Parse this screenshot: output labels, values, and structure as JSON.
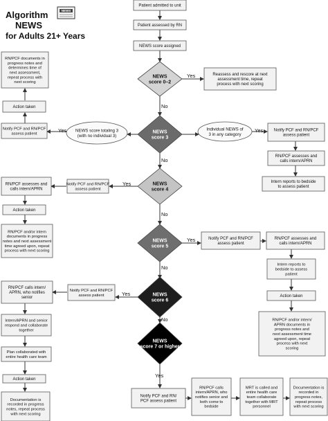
{
  "title": {
    "line1": "Algorithm",
    "line2": "NEWS",
    "line3": "for Adults 21+ Years"
  },
  "logo": {
    "text": "NEWS",
    "icon": "newspaper-icon"
  },
  "colors": {
    "diamond_1": "#d4d4d4",
    "diamond_2": "#6b6b6b",
    "diamond_3": "#c4c4c4",
    "diamond_4": "#6e6e6e",
    "diamond_5": "#1e1e1e",
    "diamond_6": "#000000",
    "box_fill": "#f2f2f2",
    "box_stroke": "#555555",
    "line": "#333333"
  },
  "nodes": {
    "admitted": "Patient admitted to unit",
    "assessed": "Patient assessed by RN",
    "score_assigned": "NEWS score assigned",
    "reassess": [
      "Reassess and rescore at next",
      "assessment time, repeat",
      "process with next scoring"
    ],
    "d1": [
      "NEWS",
      "score 0–2"
    ],
    "d2": [
      "NEWS",
      "score 3"
    ],
    "d3": [
      "NEWS",
      "score 4"
    ],
    "d4": [
      "NEWS",
      "score 5"
    ],
    "d5": [
      "NEWS",
      "score 6"
    ],
    "d6": [
      "NEWS",
      "score 7 or higher"
    ],
    "oval_left": [
      "NEWS score totaling 3",
      "(with no individual 3)"
    ],
    "oval_right": [
      "Individual NEWS of",
      "3 in any category"
    ],
    "s3_left_notify": [
      "Notify PCF and RN/PCF",
      "assess patient"
    ],
    "s3_left_action": "Action taken",
    "s3_left_doc": [
      "RN/PCF documents in",
      "progress notes and",
      "determines time of",
      "next assessment,",
      "repeat process with",
      "next scoring"
    ],
    "s3_right_notify": [
      "Notify PCF and RN/PCF",
      "assess patient"
    ],
    "s3_right_calls": [
      "RN/PCF assesses and",
      "calls intern/APRN"
    ],
    "s3_right_intern": [
      "Intern reports to bedside",
      "to assess patient"
    ],
    "s4_notify": [
      "Notify PCF and RN/PCF",
      "assess patient"
    ],
    "s4_calls": [
      "RN/PCF assesses and",
      "calls intern/APRN"
    ],
    "s4_action": "Action taken",
    "s4_doc": [
      "RN/PCF and/or intern",
      "documents in progress",
      "notes and next assessment",
      "time agreed upon, repeat",
      "process with next scoring"
    ],
    "s5_notify": [
      "Notify PCF and RN/PCF",
      "assess patient"
    ],
    "s5_calls": [
      "RN/PCF assesses and",
      "calls intern/APRN"
    ],
    "s5_intern": [
      "Intern reports to",
      "bedside to assess",
      "patient"
    ],
    "s5_action": "Action taken",
    "s5_doc": [
      "RN/PCF and/or intern/",
      "APRN documents in",
      "progress notes and",
      "next assessment time",
      "agreed upon, repeat",
      "process with next",
      "scoring"
    ],
    "s6_notify": [
      "Notify PCF and RN/PCF",
      "assess patient"
    ],
    "s6_calls": [
      "RN/PCF calls intern/",
      "APRN, who notifies",
      "senior"
    ],
    "s6_respond": [
      "Intern/APRN and senior",
      "respond and collaborate",
      "together"
    ],
    "s6_plan": [
      "Plan collaborated with",
      "entire health care team"
    ],
    "s6_action": "Action taken",
    "s6_doc": [
      "Documentation is",
      "recorded in progress",
      "notes, repeat process",
      "with next scoring"
    ],
    "s7_notify": [
      "Notify PCF and RN/",
      "PCF assess patient"
    ],
    "s7_calls": [
      "RN/PCF calls",
      "intern/APRN, who",
      "notifies senior and",
      "both come to",
      "bedside"
    ],
    "s7_mrt": [
      "MRT is called and",
      "entire health care",
      "team collaborate",
      "together with MRT",
      "personnel"
    ],
    "s7_doc": [
      "Documentation is",
      "recorded in",
      "progress notes,",
      "repeat process",
      "with next scoring"
    ]
  },
  "labels": {
    "yes": "Yes",
    "no": "No"
  }
}
